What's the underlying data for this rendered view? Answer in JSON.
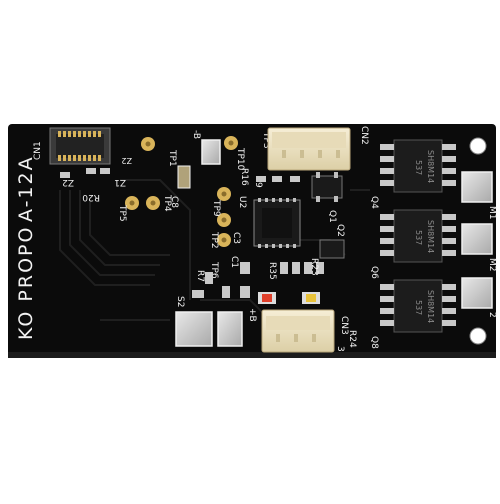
{
  "board": {
    "label_main": "KO PROPO",
    "label_model": "A-12A",
    "colors": {
      "pcb": "#0b0b0b",
      "silkscreen": "#f2f2f2",
      "gold_pad": "#d9b45a",
      "tin": "#c9c9c9",
      "connector": "#efe3c2",
      "led_red": "#e0402b",
      "led_yellow": "#e8c23a"
    }
  },
  "silk_labels": {
    "cn1": "CN1",
    "cn2": "CN2",
    "cn3": "CN3",
    "z1": "Z1",
    "z2": "Z2",
    "r20": "R20",
    "tp1": "TP1",
    "tp2": "TP2",
    "tp3": "TP3",
    "tp4": "TP4",
    "tp5": "TP5",
    "tp6": "TP6",
    "tp9": "TP9",
    "tp10": "TP10",
    "c1": "C1",
    "c3": "C3",
    "c8": "C8",
    "r7": "R7",
    "r16": "R16",
    "r23": "R23",
    "r24": "R24",
    "r35": "R35",
    "u2": "U2",
    "q1": "Q1",
    "q2": "Q2",
    "q4": "Q4",
    "q6": "Q6",
    "q8": "Q8",
    "s2": "S2",
    "m1": "M1",
    "m2": "M2",
    "minus_b": "-B",
    "plus_b": "+B",
    "n2": "2",
    "n3": "3",
    "n9": "9"
  },
  "chips": {
    "mosfet_marking_1": "SH8M14",
    "mosfet_marking_2": "537"
  }
}
